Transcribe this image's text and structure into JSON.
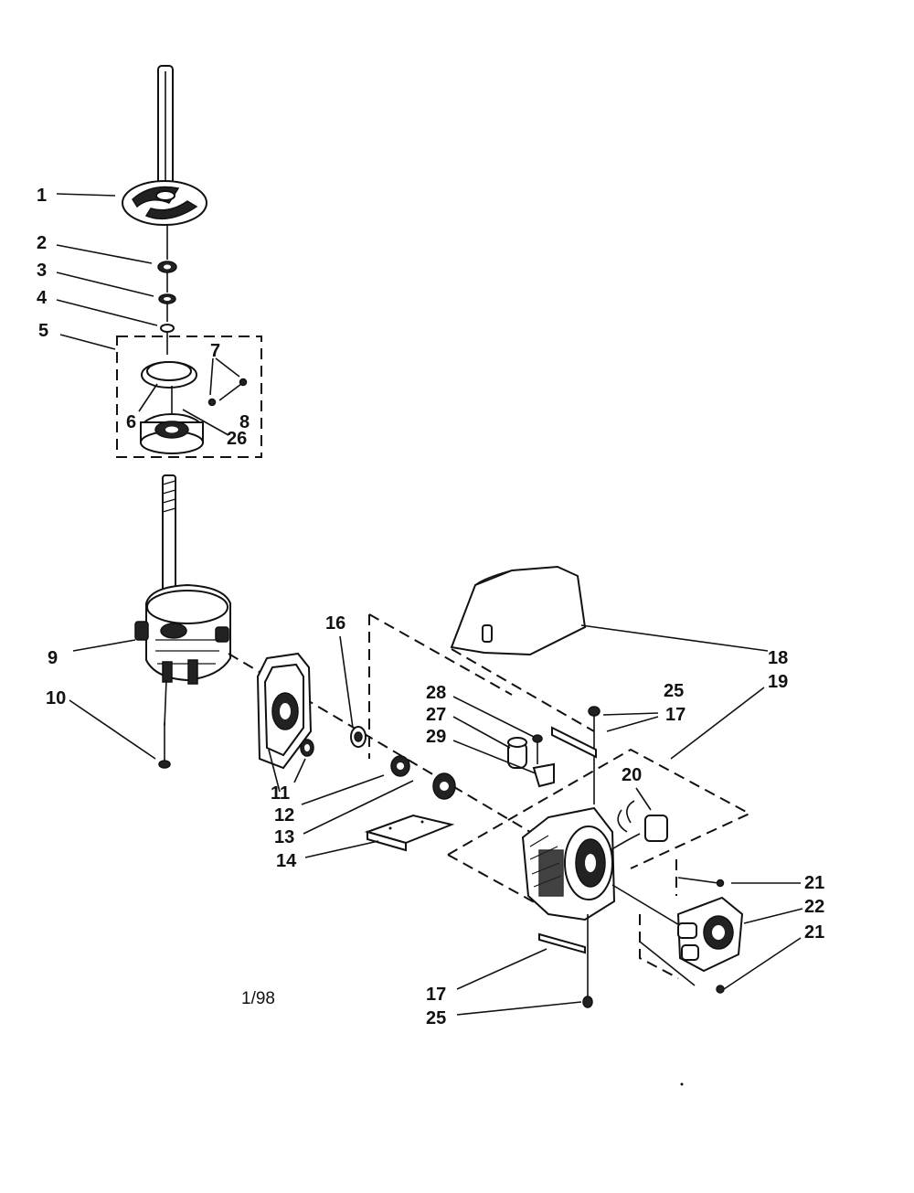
{
  "diagram": {
    "date_code": "1/98",
    "labels": {
      "l1": "1",
      "l2": "2",
      "l3": "3",
      "l4": "4",
      "l5": "5",
      "l6": "6",
      "l7": "7",
      "l8": "8",
      "l26a": "26",
      "l9": "9",
      "l10": "10",
      "l11": "11",
      "l12": "12",
      "l13": "13",
      "l14": "14",
      "l16": "16",
      "l18": "18",
      "l19": "19",
      "l25a": "25",
      "l17a": "17",
      "l28": "28",
      "l27": "27",
      "l29": "29",
      "l20": "20",
      "l21a": "21",
      "l22": "22",
      "l21b": "21",
      "l17b": "17",
      "l25b": "25"
    }
  }
}
